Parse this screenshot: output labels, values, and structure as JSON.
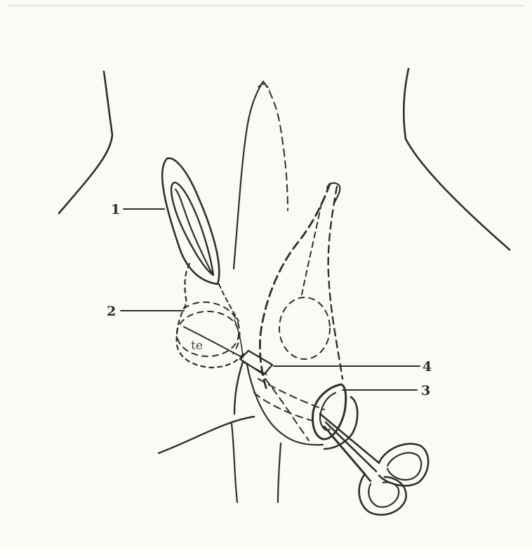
{
  "labels": {
    "label_1": "1",
    "label_2": "2",
    "label_3": "3",
    "label_4": "4",
    "label_te": "te"
  },
  "colors": {
    "background": "#fbfbf6",
    "ink": "#2e2e2e"
  }
}
